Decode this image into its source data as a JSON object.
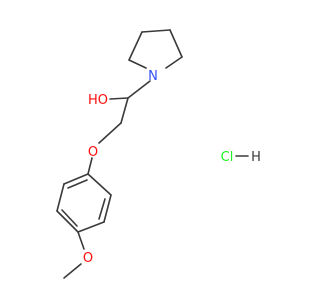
{
  "labels": {
    "hydroxyl": "HO",
    "nitrogen": "N",
    "ether_oxygen": "O",
    "methoxy_oxygen": "O",
    "hcl": "HCl — H"
  },
  "colors": {
    "bond": "#3a3a3a",
    "oxygen": "#ff0d0d",
    "nitrogen": "#3050f8",
    "chlorine": "#1ff01f",
    "hydrogen": "#3a3a3a"
  }
}
